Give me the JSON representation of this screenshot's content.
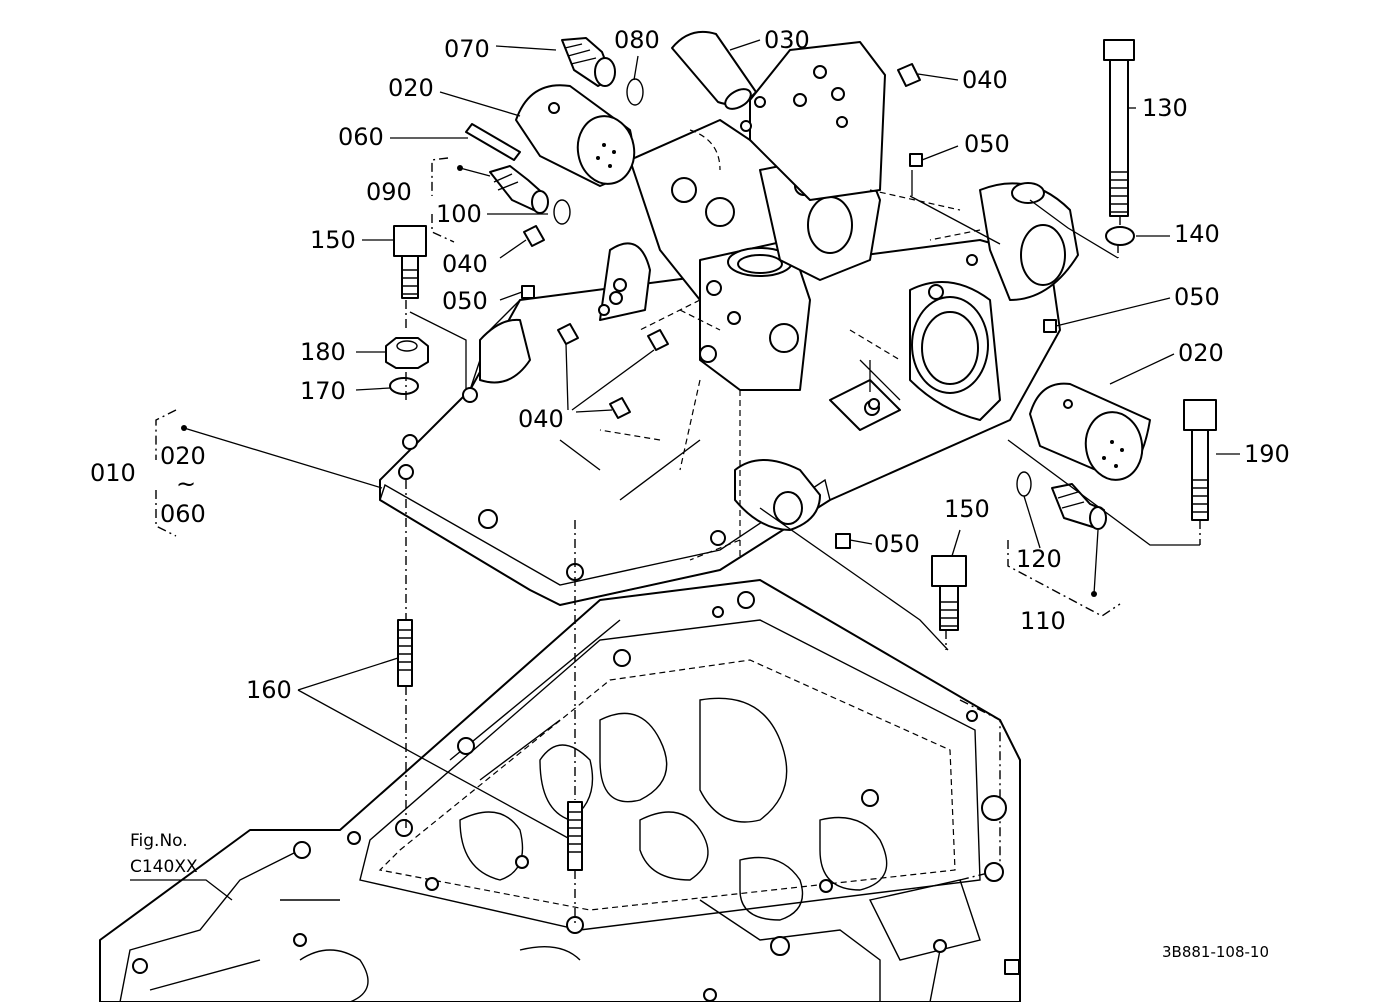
{
  "labels": {
    "p070": "070",
    "p080": "080",
    "p030": "030",
    "p040a": "040",
    "p020a": "020",
    "p060": "060",
    "p050a": "050",
    "p090": "090",
    "p100": "100",
    "p150a": "150",
    "p040b": "040",
    "p050b": "050",
    "p130": "130",
    "p140": "140",
    "p050c": "050",
    "p180": "180",
    "p170": "170",
    "p020b": "020",
    "p040c": "040",
    "p010": "010",
    "p020c": "020",
    "p060b": "060",
    "p190": "190",
    "p150b": "150",
    "p050d": "050",
    "p120": "120",
    "p110": "110",
    "p160": "160"
  },
  "range_mark": "~",
  "figure_ref": {
    "label": "Fig.No.",
    "number": "C140XX"
  },
  "drawing_code": "3B881-108-10"
}
